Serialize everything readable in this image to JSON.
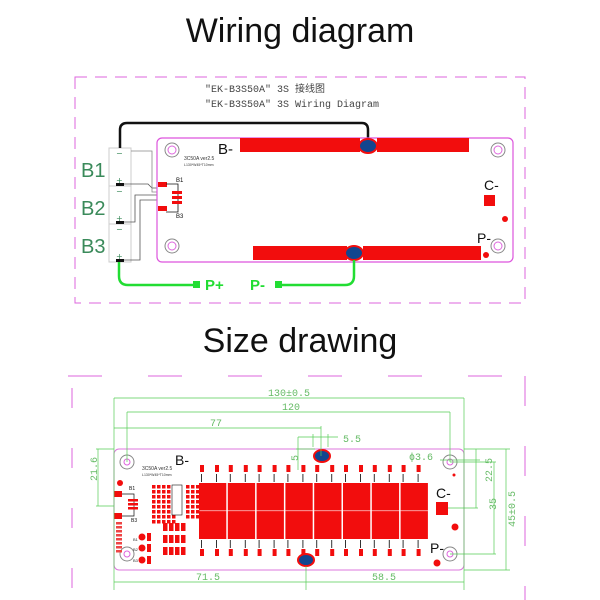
{
  "wiring": {
    "heading": "Wiring diagram",
    "caption_cn": "\"EK-B3S50A\"  3S 接线图",
    "caption_en": "\"EK-B3S50A\"  3S Wiring Diagram",
    "cells": [
      "B1",
      "B2",
      "B3"
    ],
    "cell_minus": "−",
    "cell_plus": "+",
    "board_label_bminus": "B-",
    "board_label_cminus": "C-",
    "board_label_pminus": "P-",
    "board_model": "3C50A ver2.5",
    "board_size": "L130*W45*T10mm",
    "connector_top": "B1",
    "connector_bottom": "B3",
    "output_pplus": "P+",
    "output_pminus": "P-"
  },
  "size": {
    "heading": "Size drawing",
    "dim_total_length": "130±0.5",
    "dim_hole_spacing": "120",
    "dim_bminus_pos": "77",
    "dim_pad_width": "5.5",
    "dim_pad_height": "5",
    "dim_hole_dia": "ϕ3.6",
    "dim_left_conn": "21.6",
    "dim_cminus_pos": "22.5",
    "dim_hole_vert": "35",
    "dim_total_width": "45±0.5",
    "dim_pminus_left": "71.5",
    "dim_pminus_right": "58.5",
    "board_label_bminus": "B-",
    "board_label_cminus": "C-",
    "board_label_pminus": "P-",
    "board_model": "3C50A ver2.5",
    "board_size": "L130*W45*T10mm",
    "connector_top": "B1",
    "connector_bottom": "B3",
    "balance_labels": [
      "B1",
      "B2",
      "B3"
    ]
  },
  "colors": {
    "pad_red": "#f20d0d",
    "terminal_blue": "#12468f",
    "board_outline": "#dd55dd",
    "wire_green": "#22dd33",
    "dim_green": "#66cc66",
    "label_green": "#3a8a5a"
  }
}
